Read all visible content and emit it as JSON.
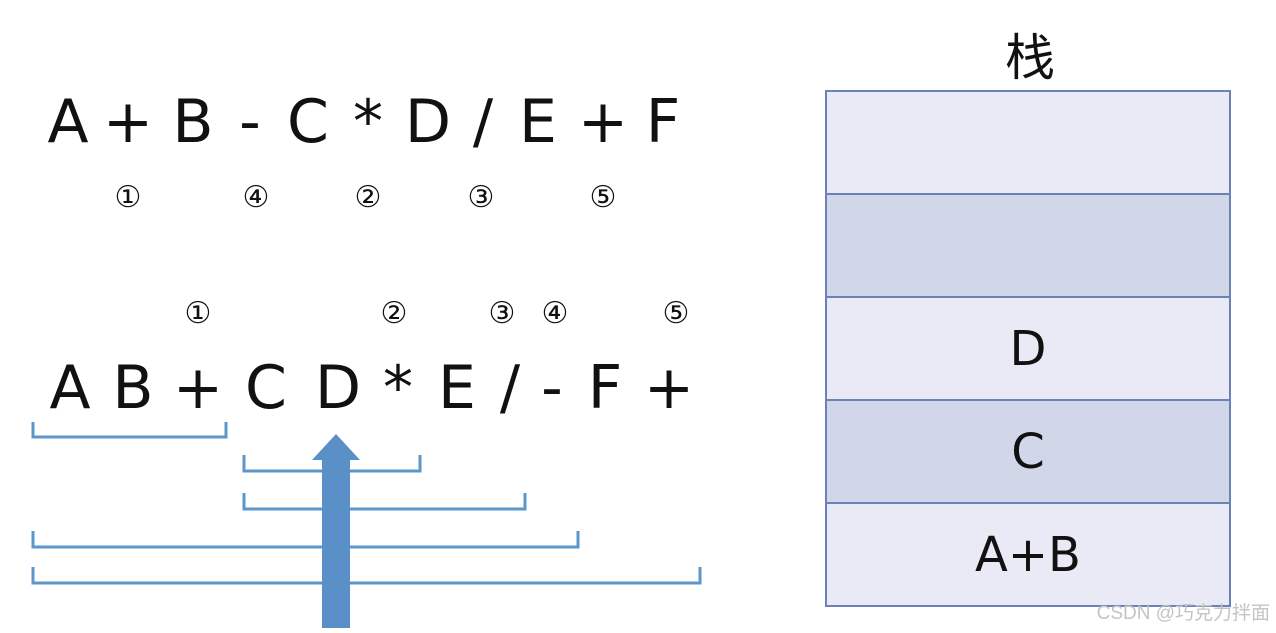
{
  "infix": {
    "tokens": [
      "A",
      "+",
      "B",
      "-",
      "C",
      "*",
      "D",
      "/",
      "E",
      "+",
      "F"
    ],
    "marks": [
      "①",
      "④",
      "②",
      "③",
      "⑤"
    ]
  },
  "postfix": {
    "marks": [
      "①",
      "②",
      "③",
      "④",
      "⑤"
    ],
    "tokens": [
      "A",
      "B",
      "+",
      "C",
      "D",
      "*",
      "E",
      "/",
      "-",
      "F",
      "+"
    ]
  },
  "stack": {
    "title": "栈",
    "cells": [
      "",
      "",
      "D",
      "C",
      "A+B"
    ]
  },
  "colors": {
    "bracket": "#5b97c9",
    "arrow": "#5b8fc7",
    "stack_border": "#6a82b6"
  },
  "watermark": "CSDN @巧克力拌面"
}
